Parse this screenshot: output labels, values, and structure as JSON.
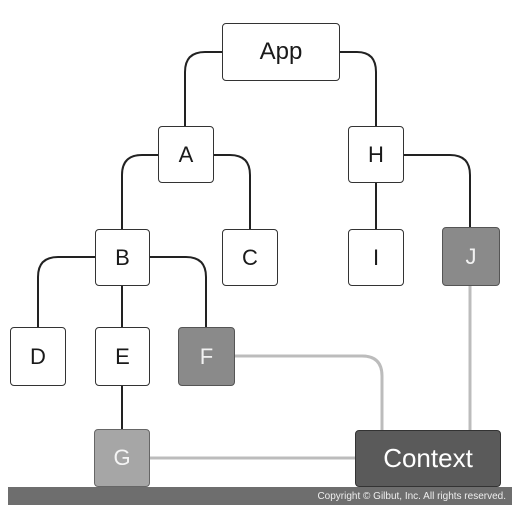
{
  "diagram": {
    "nodes": {
      "app": "App",
      "a": "A",
      "b": "B",
      "c": "C",
      "d": "D",
      "e": "E",
      "f": "F",
      "g": "G",
      "h": "H",
      "i": "I",
      "j": "J",
      "context": "Context"
    },
    "edges": [
      {
        "from": "App",
        "to": "A"
      },
      {
        "from": "App",
        "to": "H"
      },
      {
        "from": "A",
        "to": "B"
      },
      {
        "from": "A",
        "to": "C"
      },
      {
        "from": "B",
        "to": "D"
      },
      {
        "from": "B",
        "to": "E"
      },
      {
        "from": "B",
        "to": "F"
      },
      {
        "from": "E",
        "to": "G"
      },
      {
        "from": "H",
        "to": "I"
      },
      {
        "from": "H",
        "to": "J"
      }
    ],
    "context_links": [
      {
        "from": "F",
        "to": "Context"
      },
      {
        "from": "J",
        "to": "Context"
      },
      {
        "from": "G",
        "to": "Context"
      }
    ],
    "colors": {
      "tree_line": "#222222",
      "context_line": "#bcbcbc",
      "shaded_node": "#8a8a8a",
      "light_node": "#a6a6a6",
      "context_node": "#5a5a5a"
    }
  },
  "footer": {
    "copyright": "Copyright © Gilbut, Inc. All rights reserved."
  }
}
